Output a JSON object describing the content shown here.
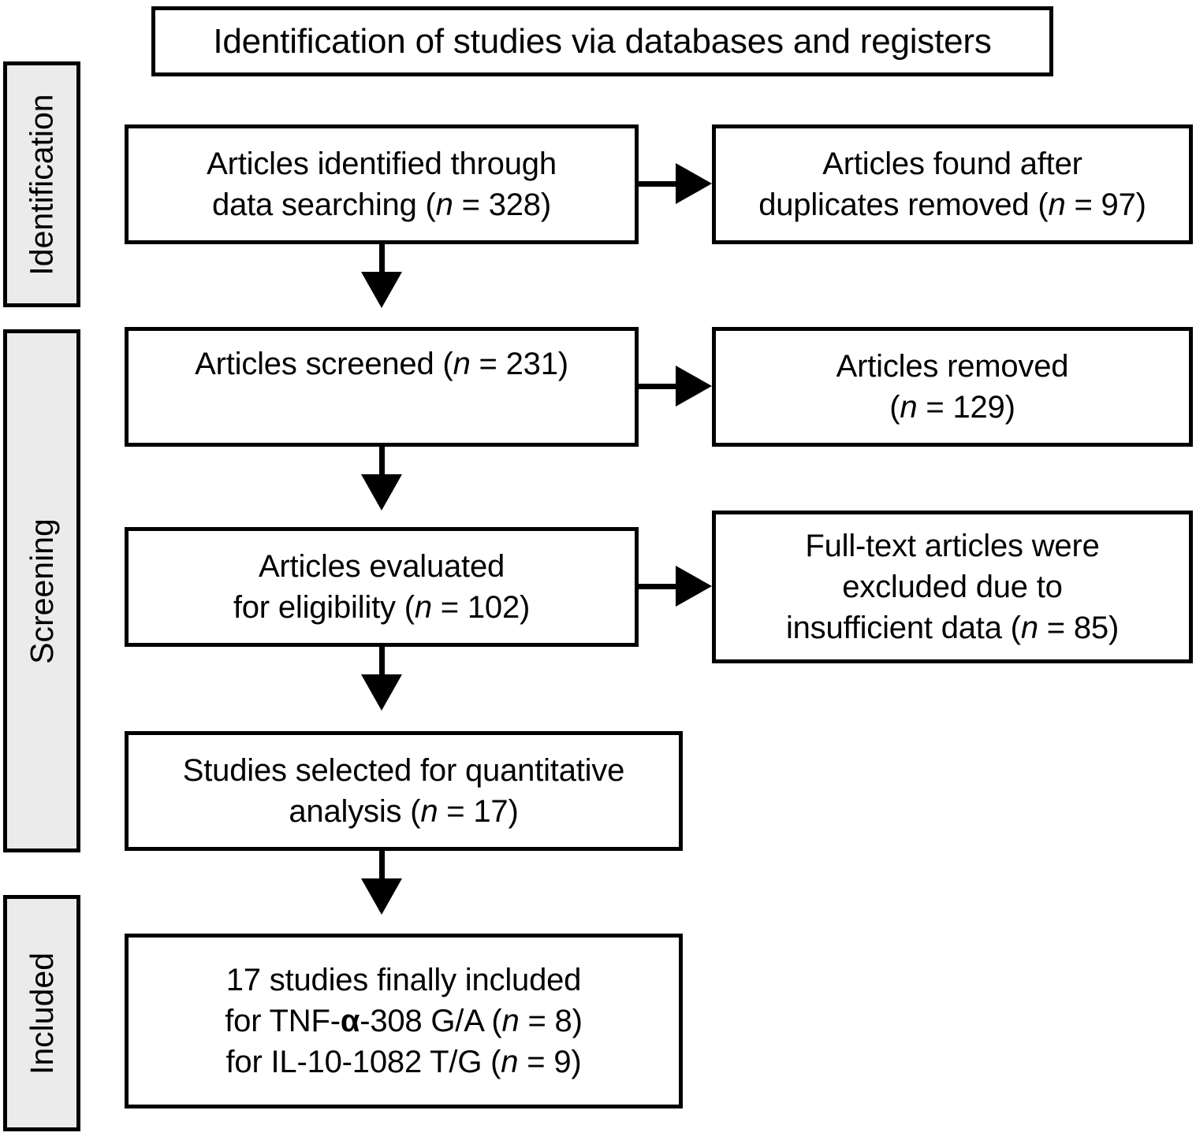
{
  "diagram": {
    "title": "Identification of studies via databases and registers",
    "stages": [
      {
        "id": "identification",
        "label": "Identification"
      },
      {
        "id": "screening",
        "label": "Screening"
      },
      {
        "id": "included",
        "label": "Included"
      }
    ],
    "boxes": {
      "identified": {
        "line1": "Articles identified through",
        "line2_prefix": "data searching (",
        "line2_italic": "n",
        "line2_suffix": " = 328)"
      },
      "duplicates_removed": {
        "line1": "Articles found after",
        "line2_prefix": "duplicates removed (",
        "line2_italic": "n",
        "line2_suffix": " = 97)"
      },
      "screened": {
        "line1_prefix": "Articles screened (",
        "line1_italic": "n",
        "line1_suffix": " = 231)"
      },
      "removed": {
        "line1": "Articles removed",
        "line2_prefix": "(",
        "line2_italic": "n",
        "line2_suffix": " = 129)"
      },
      "evaluated": {
        "line1": "Articles evaluated",
        "line2_prefix": "for eligibility (",
        "line2_italic": "n",
        "line2_suffix": " = 102)"
      },
      "excluded": {
        "line1": "Full-text articles were",
        "line2": "excluded due to",
        "line3_prefix": "insufficient data (",
        "line3_italic": "n",
        "line3_suffix": " = 85)"
      },
      "selected": {
        "line1": "Studies selected for quantitative",
        "line2_prefix": "analysis (",
        "line2_italic": "n",
        "line2_suffix": " = 17)"
      },
      "final": {
        "line1": "17 studies finally included",
        "line2_prefix": "for TNF-",
        "line2_alpha": "α",
        "line2_mid": "-308 G/A (",
        "line2_italic": "n",
        "line2_suffix": " = 8)",
        "line3_prefix": "for IL-10-1082 T/G (",
        "line3_italic": "n",
        "line3_suffix": " = 9)"
      }
    },
    "colors": {
      "stroke": "#000000",
      "box_fill": "#ffffff",
      "rail_fill": "#ebebeb",
      "page_bg": "#ffffff"
    }
  }
}
